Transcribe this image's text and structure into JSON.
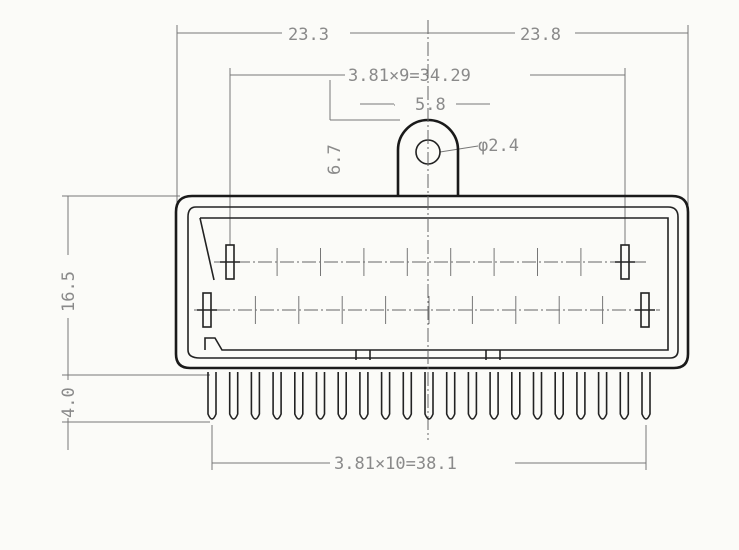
{
  "drawing": {
    "dim_left_width": "23.3",
    "dim_right_width": "23.8",
    "dim_pitch_top": "3.81×9=34.29",
    "dim_tab_width": "5.8",
    "dim_tab_height": "6.7",
    "dim_hole_diameter": "φ2.4",
    "dim_body_height": "16.5",
    "dim_pin_length": "4.0",
    "dim_pitch_bottom": "3.81×10=38.1",
    "pin_count": 21
  }
}
